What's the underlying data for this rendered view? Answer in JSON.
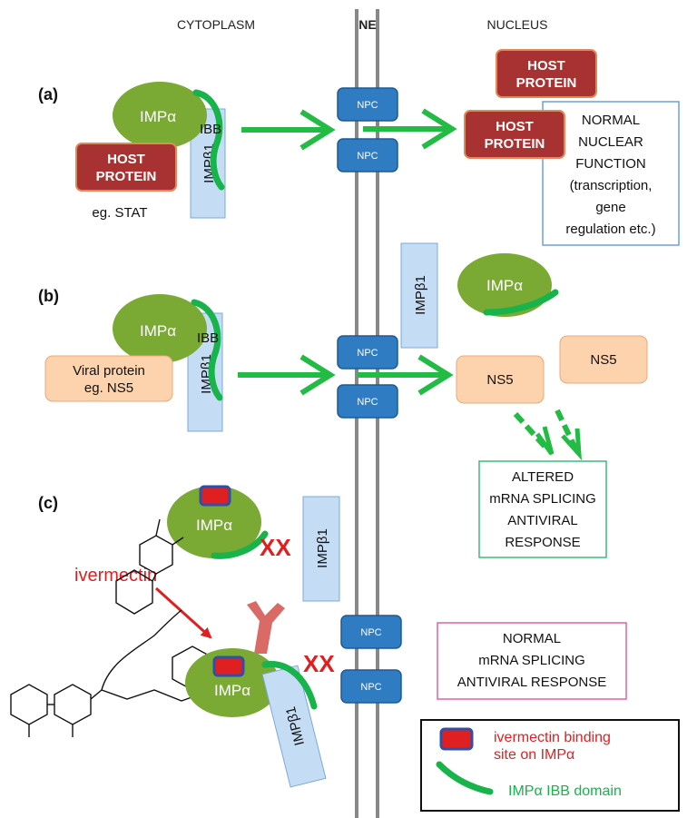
{
  "headers": {
    "cytoplasm": "CYTOPLASM",
    "ne": "NE",
    "nucleus": "NUCLEUS"
  },
  "panels": {
    "a": "(a)",
    "b": "(b)",
    "c": "(c)"
  },
  "labels": {
    "imp_alpha": "IMPα",
    "imp_beta1": "IMPβ1",
    "ibb": "IBB",
    "npc": "NPC",
    "host_protein_line1": "HOST",
    "host_protein_line2": "PROTEIN",
    "eg_stat": "eg. STAT",
    "viral_protein_line1": "Viral protein",
    "viral_protein_line2": "eg. NS5",
    "ns5": "NS5",
    "xx": "XX",
    "ivermectin": "ivermectin"
  },
  "boxes": {
    "normal_function": [
      "NORMAL",
      "NUCLEAR",
      "FUNCTION",
      "(transcription,",
      "gene",
      "regulation etc.)"
    ],
    "altered": [
      "ALTERED",
      "mRNA SPLICING",
      "ANTIVIRAL",
      "RESPONSE"
    ],
    "normal_splicing": [
      "NORMAL",
      "mRNA SPLICING",
      "ANTIVIRAL RESPONSE"
    ]
  },
  "legend": {
    "binding_site_line1": "ivermectin binding",
    "binding_site_line2": "site on IMPα",
    "ibb_domain": "IMPα IBB domain"
  },
  "colors": {
    "green_blob": "#7aaa33",
    "ibb_green": "#18b34a",
    "arrow_green": "#22bb44",
    "host_red": "#a83232",
    "npc_blue": "#2f7cc3",
    "impb_blue": "#c5dcf5",
    "ns5_orange": "#fcd3ad",
    "red": "#e02020"
  }
}
